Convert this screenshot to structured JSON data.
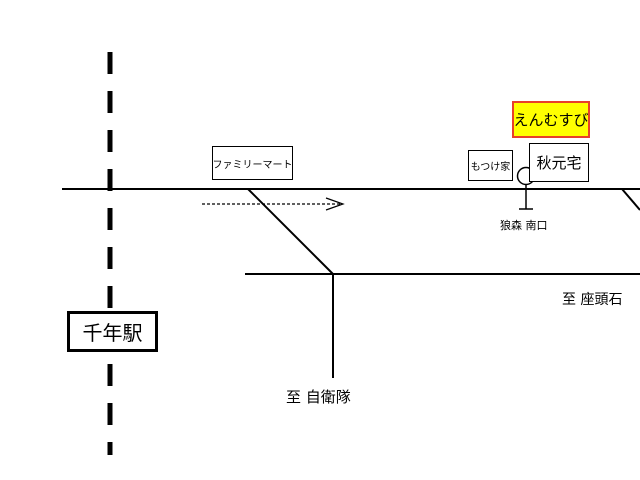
{
  "labels": {
    "station": "千年駅",
    "family_mart": "ファミリーマート",
    "enmusubi": "えんむすび",
    "motsuke": "もつけ家",
    "akimoto": "秋元宅",
    "bus_stop": "狼森 南口",
    "to_zatoishi": "至 座頭石",
    "to_jieitai": "至 自衛隊"
  },
  "colors": {
    "highlight_fill": "#ffff00",
    "highlight_border": "#e8402a",
    "line": "#000000"
  },
  "icons": {
    "bus_stop": "bus-stop-icon",
    "direction_arrow": "dashed-arrow-icon"
  }
}
